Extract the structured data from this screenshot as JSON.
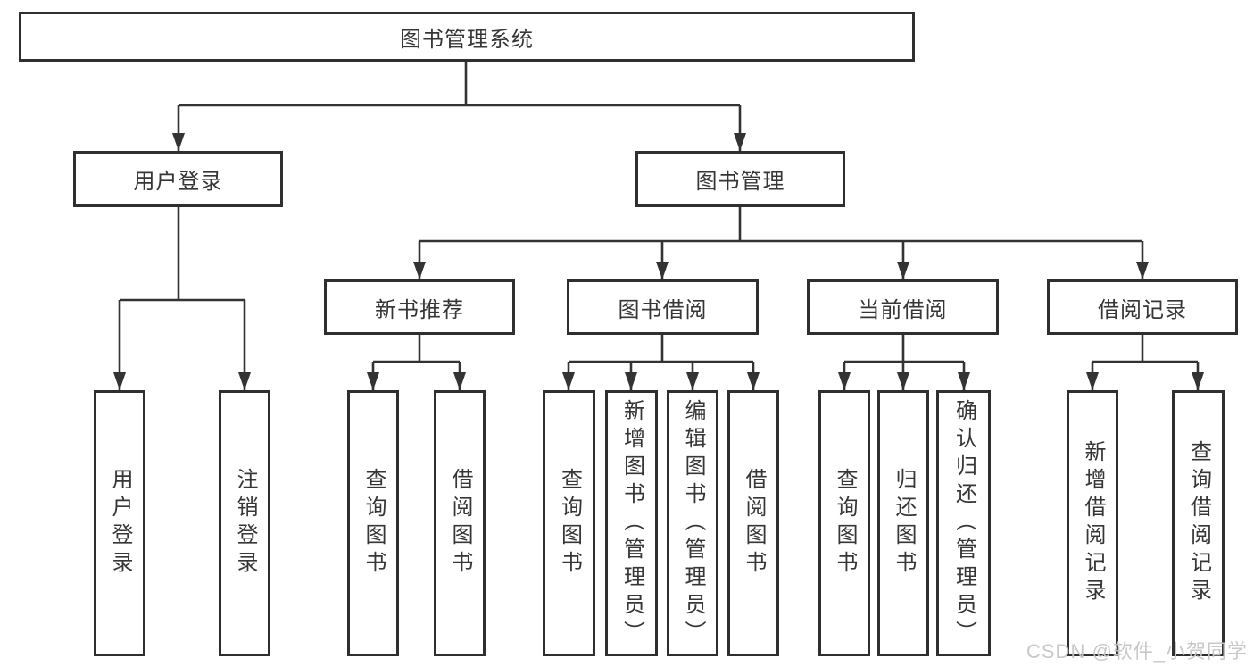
{
  "diagram": {
    "title": "图书管理系统",
    "level2": {
      "user_login": "用户登录",
      "book_mgmt": "图书管理"
    },
    "categories": {
      "new_books": "新书推荐",
      "borrowing": "图书借阅",
      "current": "当前借阅",
      "records": "借阅记录"
    },
    "leaves": {
      "login": "用户登录",
      "logout": "注销登录",
      "nb_query": "查询图书",
      "nb_borrow": "借阅图书",
      "bb_query": "查询图书",
      "bb_add": "新增图书（管理员）",
      "bb_edit": "编辑图书（管理员）",
      "bb_borrow": "借阅图书",
      "cb_query": "查询图书",
      "cb_return": "归还图书",
      "cb_confirm": "确认归还（管理员）",
      "br_add": "新增借阅记录",
      "br_query": "查询借阅记录"
    }
  },
  "watermark": "CSDN @软件_小贺同学",
  "colors": {
    "line": "#333333",
    "box_border": "#2f2f2f",
    "text": "#363636",
    "watermark": "#c5c5c7"
  }
}
